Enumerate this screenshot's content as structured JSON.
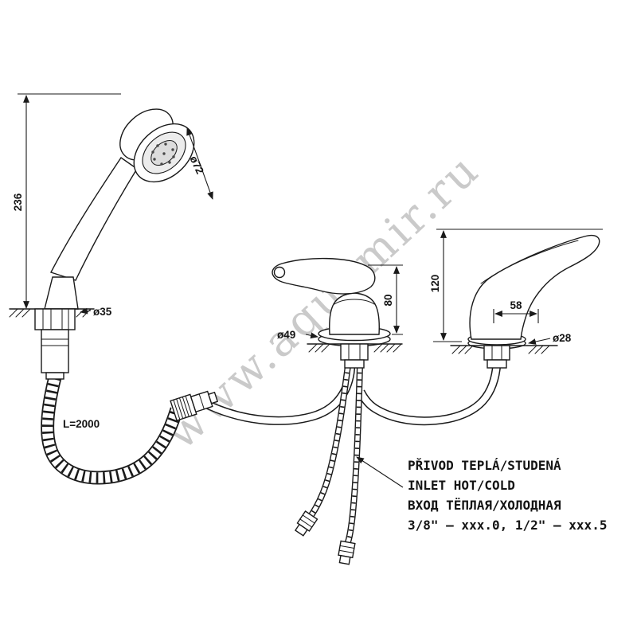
{
  "page": {
    "background": "#ffffff",
    "line_color": "#1a1a1a",
    "watermark_color": "#bdbdbd"
  },
  "watermark": {
    "text": "www.aquamir.ru"
  },
  "dims": {
    "shower_height": "236",
    "shower_head_diameter": "ø72",
    "shower_base_diameter": "ø35",
    "hose_length": "L=2000",
    "mixer_base_diameter": "ø49",
    "mixer_height": "80",
    "spout_height": "120",
    "spout_base_width": "58",
    "spout_base_diameter": "ø28"
  },
  "notes": {
    "line1": "PŘIVOD TEPLÁ/STUDENÁ",
    "line2": "INLET HOT/COLD",
    "line3": "ВХОД ТЁПЛАЯ/ХОЛОДНАЯ",
    "line4": "3/8\" – xxx.0, 1/2\" – xxx.5"
  }
}
